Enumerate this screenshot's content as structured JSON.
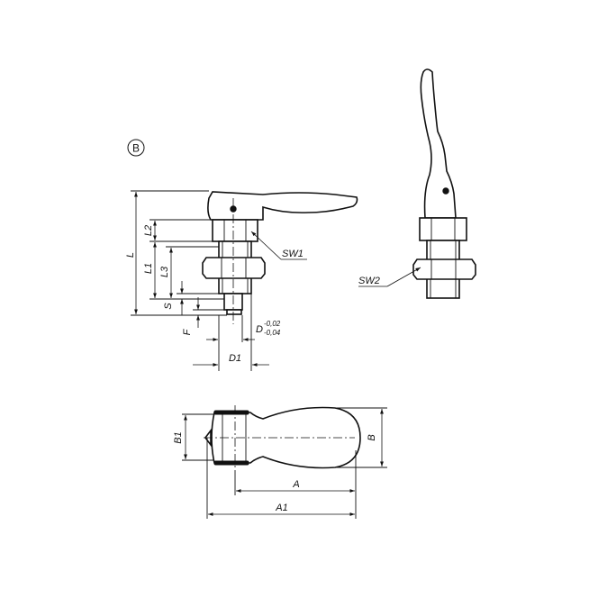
{
  "variant_marker": "B",
  "labels": {
    "L": "L",
    "L1": "L1",
    "L2": "L2",
    "L3": "L3",
    "S": "S",
    "F": "F",
    "D": "D",
    "D_tol_upper": "-0,02",
    "D_tol_lower": "-0,04",
    "D1": "D1",
    "SW1": "SW1",
    "SW2": "SW2",
    "A": "A",
    "A1": "A1",
    "B": "B",
    "B1": "B1"
  }
}
